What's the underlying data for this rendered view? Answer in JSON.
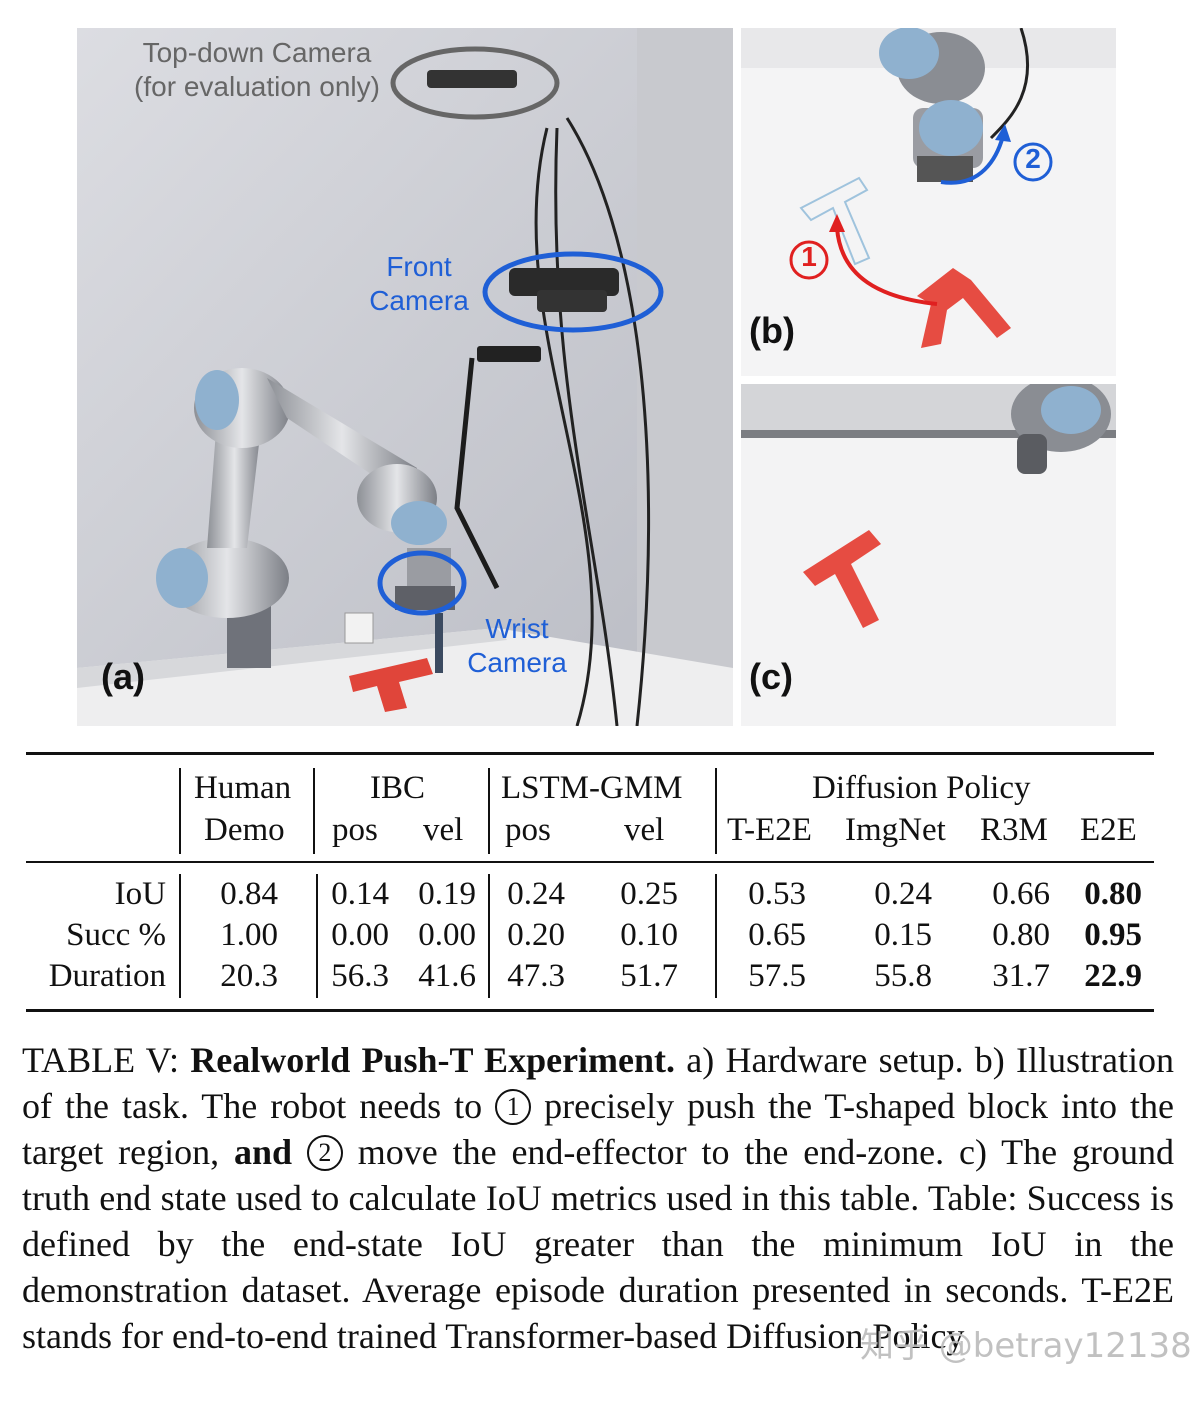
{
  "panels": {
    "a": {
      "label": "(a)",
      "top_camera": [
        "Top-down Camera",
        "(for evaluation only)"
      ],
      "front_camera": [
        "Front",
        "Camera"
      ],
      "wrist_camera": [
        "Wrist",
        "Camera"
      ]
    },
    "b": {
      "label": "(b)",
      "step1": "1",
      "step2": "2"
    },
    "c": {
      "label": "(c)"
    }
  },
  "table": {
    "header_row1": {
      "human": "Human",
      "ibc": "IBC",
      "lstm": "LSTM-GMM",
      "dp": "Diffusion Policy"
    },
    "header_row2": {
      "human": "Demo",
      "ibc_pos": "pos",
      "ibc_vel": "vel",
      "lstm_pos": "pos",
      "lstm_vel": "vel",
      "te2e": "T-E2E",
      "imgnet": "ImgNet",
      "r3m": "R3M",
      "e2e": "E2E"
    },
    "rows": [
      {
        "metric": "IoU",
        "values": [
          "0.84",
          "0.14",
          "0.19",
          "0.24",
          "0.25",
          "0.53",
          "0.24",
          "0.66",
          "0.80"
        ]
      },
      {
        "metric": "Succ %",
        "values": [
          "1.00",
          "0.00",
          "0.00",
          "0.20",
          "0.10",
          "0.65",
          "0.15",
          "0.80",
          "0.95"
        ]
      },
      {
        "metric": "Duration",
        "values": [
          "20.3",
          "56.3",
          "41.6",
          "47.3",
          "51.7",
          "57.5",
          "55.8",
          "31.7",
          "22.9"
        ]
      }
    ]
  },
  "caption": {
    "prefix": "TABLE V: ",
    "title": "Realworld Push-T Experiment.",
    "part1": " a) Hardware setup. b) Illustration of the task. The robot needs to ",
    "c1": "1",
    "part2": " precisely push the T-shaped block into the target region, ",
    "and": "and",
    "c2": "2",
    "part3": " move the end-effector to the end-zone. c) The ground truth end state used to calculate IoU metrics used in this table. Table: Success is defined by the end-state IoU greater than the minimum IoU in the demonstration dataset. Average episode duration presented in seconds. T-E2E stands for end-to-end trained Transformer-based Diffusion Policy"
  },
  "watermark": "知乎 @betray12138"
}
